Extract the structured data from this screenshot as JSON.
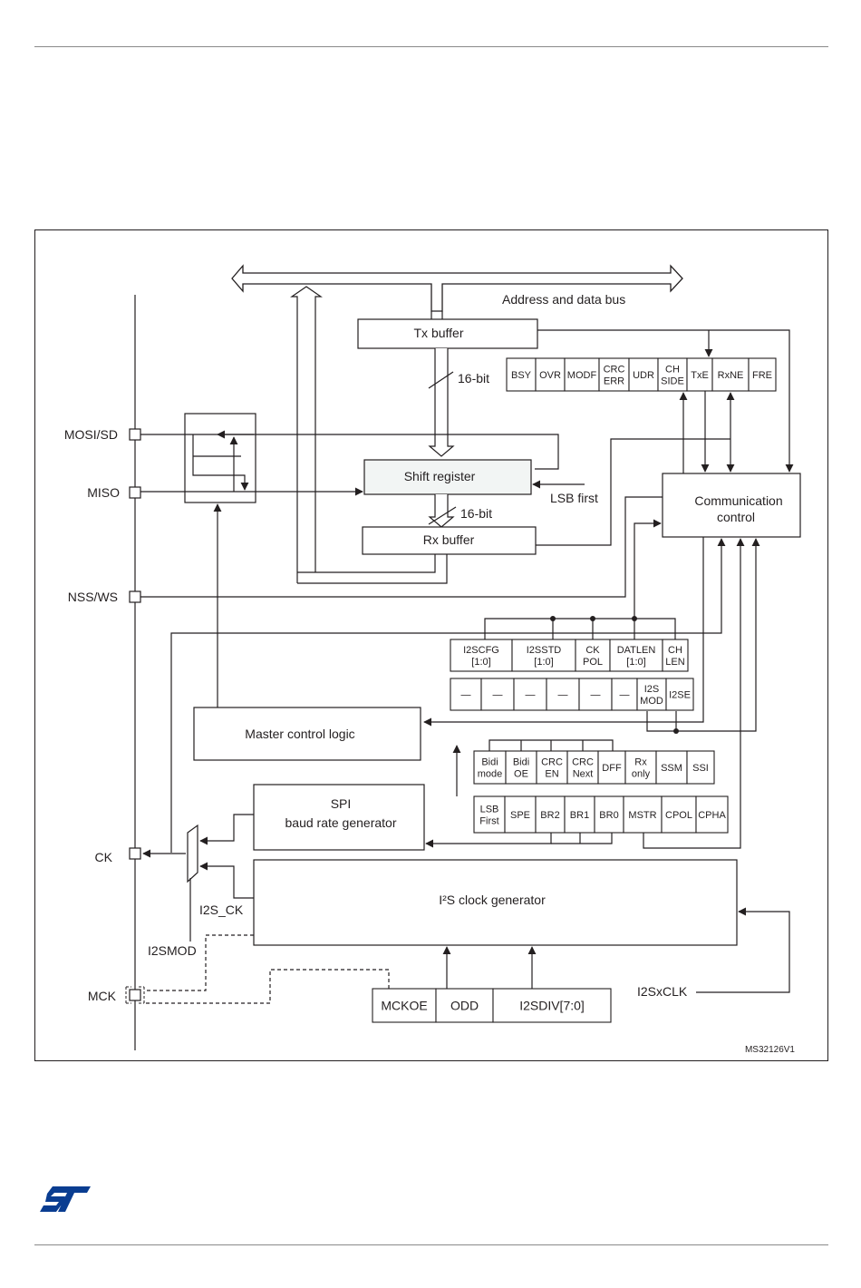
{
  "diagram": {
    "bus_label": "Address and data bus",
    "tx_buffer": "Tx buffer",
    "rx_buffer": "Rx buffer",
    "shift_register": "Shift register",
    "bit16_top": "16-bit",
    "bit16_bottom": "16-bit",
    "lsb_first_label": "LSB first",
    "comm_control": [
      "Communication",
      "control"
    ],
    "master_control": "Master control logic",
    "spi_baud": [
      "SPI",
      "baud rate generator"
    ],
    "i2s_clock_gen": "I²S clock generator",
    "pins": {
      "mosi": "MOSI/SD",
      "miso": "MISO",
      "nss": "NSS/WS",
      "ck": "CK",
      "mck": "MCK"
    },
    "i2s_ck_label": "I2S_CK",
    "i2smod_label": "I2SMOD",
    "i2sxclk_label": "I2SxCLK",
    "status_bits": [
      [
        "BSY"
      ],
      [
        "OVR"
      ],
      [
        "MODF"
      ],
      [
        "CRC",
        "ERR"
      ],
      [
        "UDR"
      ],
      [
        "CH",
        "SIDE"
      ],
      [
        "TxE"
      ],
      [
        "RxNE"
      ],
      [
        "FRE"
      ]
    ],
    "i2scfgr_bits": [
      [
        "I2SCFG",
        "[1:0]"
      ],
      [
        "I2SSTD",
        "[1:0]"
      ],
      [
        "CK",
        "POL"
      ],
      [
        "DATLEN",
        "[1:0]"
      ],
      [
        "CH",
        "LEN"
      ]
    ],
    "i2scfgr_low_bits": [
      [
        "—"
      ],
      [
        "—"
      ],
      [
        "—"
      ],
      [
        "—"
      ],
      [
        "—"
      ],
      [
        "—"
      ],
      [
        "I2S",
        "MOD"
      ],
      [
        "I2SE"
      ]
    ],
    "cr_high_bits": [
      [
        "Bidi",
        "mode"
      ],
      [
        "Bidi",
        "OE"
      ],
      [
        "CRC",
        "EN"
      ],
      [
        "CRC",
        "Next"
      ],
      [
        "DFF"
      ],
      [
        "Rx",
        "only"
      ],
      [
        "SSM"
      ],
      [
        "SSI"
      ]
    ],
    "cr_low_bits": [
      [
        "LSB",
        "First"
      ],
      [
        "SPE"
      ],
      [
        "BR2"
      ],
      [
        "BR1"
      ],
      [
        "BR0"
      ],
      [
        "MSTR"
      ],
      [
        "CPOL"
      ],
      [
        "CPHA"
      ]
    ],
    "clock_bits": [
      "MCKOE",
      "ODD",
      "I2SDIV[7:0]"
    ],
    "figure_id": "MS32126V1"
  },
  "colors": {
    "line": "#231f20",
    "rule": "#8a8a8a",
    "shift_fill": "#f2f5f4",
    "logo_blue": "#0a3d91"
  }
}
